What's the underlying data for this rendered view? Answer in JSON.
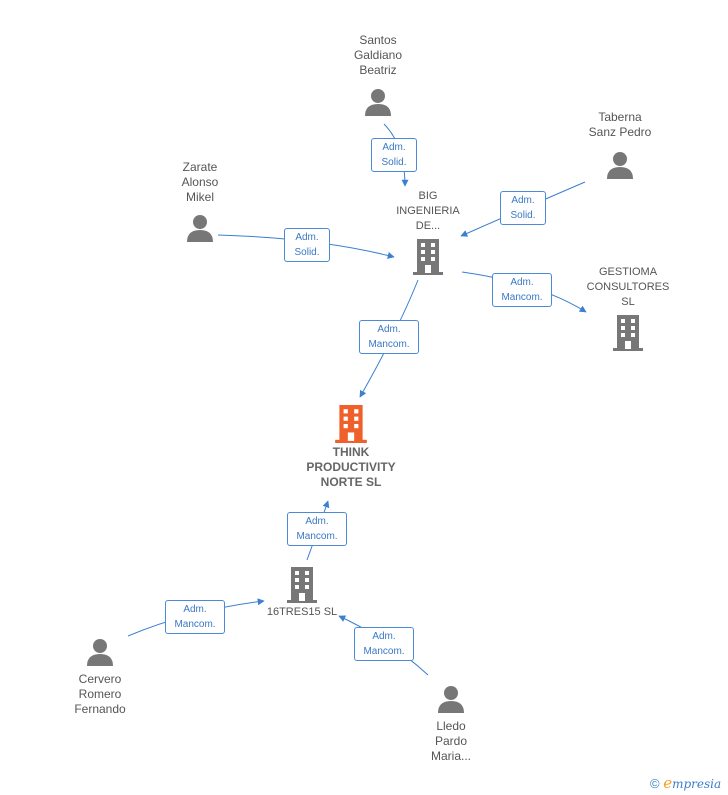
{
  "people": {
    "santos": "Santos\nGaldiano\nBeatriz",
    "taberna": "Taberna\nSanz Pedro",
    "zarate": "Zarate\nAlonso\nMikel",
    "cervero": "Cervero\nRomero\nFernando",
    "lledo": "Lledo\nPardo\nMaria..."
  },
  "companies": {
    "big": "BIG\nINGENIERIA\nDE...",
    "gestioma": "GESTIOMA\nCONSULTORES\nSL",
    "think": "THINK\nPRODUCTIVITY\nNORTE  SL",
    "dieciseis": "16TRES15  SL"
  },
  "roles": {
    "santos_big": "Adm.\nSolid.",
    "taberna_big": "Adm.\nSolid.",
    "zarate_big": "Adm.\nSolid.",
    "big_gestioma": "Adm.\nMancom.",
    "big_think": "Adm.\nMancom.",
    "dieciseis_think": "Adm.\nMancom.",
    "cervero_dieciseis": "Adm.\nMancom.",
    "lledo_dieciseis": "Adm.\nMancom."
  },
  "watermark": {
    "copyright": "©",
    "brand_initial": "e",
    "brand_rest": "mpresia"
  },
  "colors": {
    "edge": "#3a7fd0",
    "person_icon": "#777777",
    "company_icon": "#777777",
    "focus_icon": "#f0602a"
  }
}
